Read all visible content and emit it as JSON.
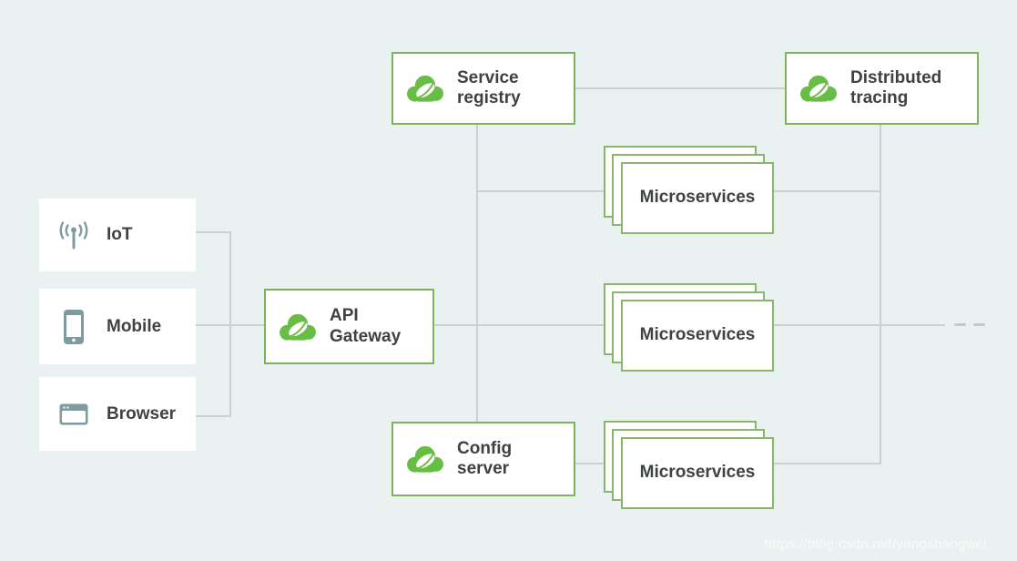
{
  "background": "#eaf1f1",
  "palette": {
    "spring_green": "#68bd45",
    "service_box_border": "#7db35b",
    "stack_box_border": "#8ab56d",
    "connector_line": "#c9d1d2",
    "client_icon": "#7f9ba0",
    "label_text": "#3e4243"
  },
  "nodes": {
    "service_registry": {
      "label": "Service registry",
      "icon": "spring-cloud-logo"
    },
    "distributed_tracing": {
      "label": "Distributed tracing",
      "icon": "spring-cloud-logo"
    },
    "api_gateway": {
      "label": "API Gateway",
      "icon": "spring-cloud-logo"
    },
    "config_server": {
      "label": "Config server",
      "icon": "spring-cloud-logo"
    }
  },
  "clients": {
    "iot": {
      "label": "IoT",
      "icon": "iot-broadcast-icon"
    },
    "mobile": {
      "label": "Mobile",
      "icon": "mobile-phone-icon"
    },
    "browser": {
      "label": "Browser",
      "icon": "browser-window-icon"
    }
  },
  "microservices": {
    "top": {
      "label": "Microservices"
    },
    "middle": {
      "label": "Microservices"
    },
    "bottom": {
      "label": "Microservices"
    }
  },
  "watermark": "https://blog.csdn.net/yangshangwei"
}
